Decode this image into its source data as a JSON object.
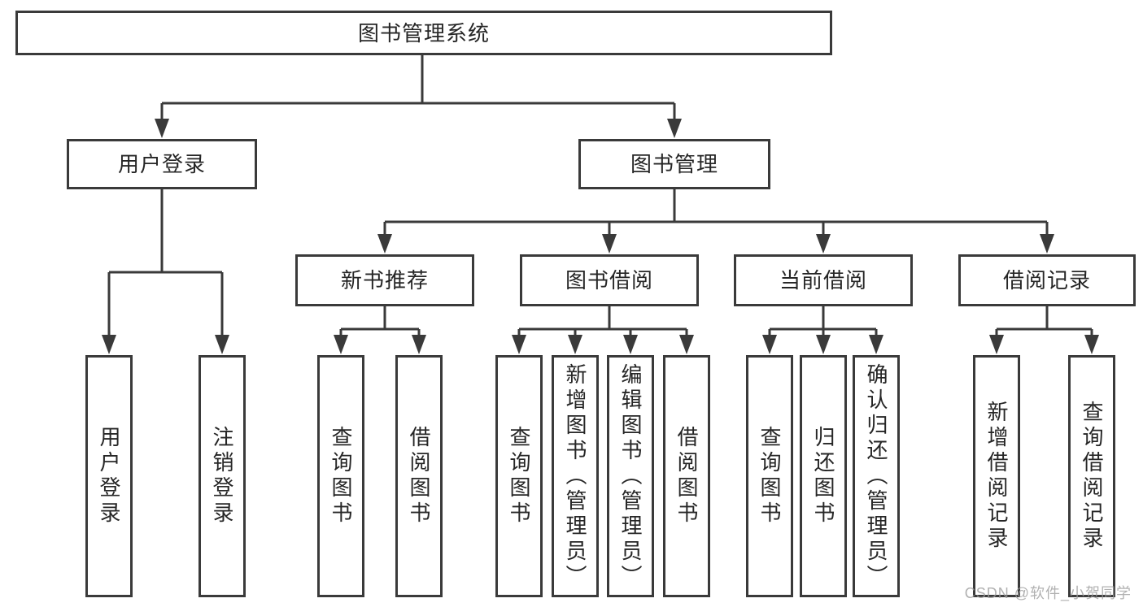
{
  "colors": {
    "line": "#3a3a3a",
    "text": "#262626",
    "background": "#ffffff",
    "watermark": "#9e9e9e"
  },
  "tree": {
    "root": {
      "label": "图书管理系统"
    },
    "branches": [
      {
        "label": "用户登录",
        "children": [
          {
            "label": "用户登录"
          },
          {
            "label": "注销登录"
          }
        ]
      },
      {
        "label": "图书管理",
        "children": [
          {
            "label": "新书推荐",
            "children": [
              {
                "label": "查询图书"
              },
              {
                "label": "借阅图书"
              }
            ]
          },
          {
            "label": "图书借阅",
            "children": [
              {
                "label": "查询图书"
              },
              {
                "label": "新增图书（管理员）"
              },
              {
                "label": "编辑图书（管理员）"
              },
              {
                "label": "借阅图书"
              }
            ]
          },
          {
            "label": "当前借阅",
            "children": [
              {
                "label": "查询图书"
              },
              {
                "label": "归还图书"
              },
              {
                "label": "确认归还（管理员）"
              }
            ]
          },
          {
            "label": "借阅记录",
            "children": [
              {
                "label": "新增借阅记录"
              },
              {
                "label": "查询借阅记录"
              }
            ]
          }
        ]
      }
    ]
  },
  "watermark": {
    "text": "CSDN @软件_小贺同学"
  }
}
